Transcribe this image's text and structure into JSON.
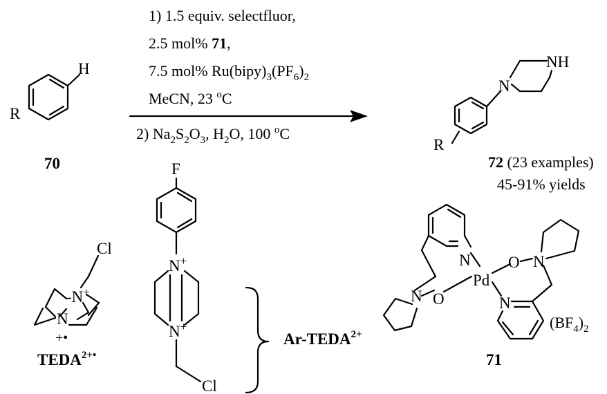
{
  "conditions": {
    "line1": "1) 1.5 equiv. selectfluor,",
    "line2_pre": "2.5 mol% ",
    "line2_bold": "71",
    "line2_post": ",",
    "line3_pre": "7.5 mol% Ru(bipy)",
    "line3_sub1": "3",
    "line3_mid": "(PF",
    "line3_sub2": "6",
    "line3_post": ")",
    "line3_sub3": "2",
    "line4_pre": "MeCN, 23 ",
    "line4_sup": "o",
    "line4_post": "C",
    "line5_pre": "2) Na",
    "line5_sub1": "2",
    "line5_mid1": "S",
    "line5_sub2": "2",
    "line5_mid2": "O",
    "line5_sub3": "3",
    "line5_mid3": ", H",
    "line5_sub4": "2",
    "line5_mid4": "O, 100 ",
    "line5_sup": "o",
    "line5_post": "C"
  },
  "atoms": {
    "H": "H",
    "R": "R",
    "NH": "NH",
    "N": "N",
    "F": "F",
    "Cl": "Cl",
    "N_plus": "N",
    "plus": "+",
    "minus_N": "-N",
    "radical_plus": "+",
    "dot": "•",
    "O": "O",
    "Pd": "Pd"
  },
  "labels": {
    "compound70": "70",
    "compound72": "72",
    "compound72_note": " (23 examples)",
    "yields": "45-91% yields",
    "teda": "TEDA",
    "teda_sup": "2+•",
    "arteda": "Ar-TEDA",
    "arteda_sup": "2+",
    "compound71": "71",
    "bf4_pre": "(BF",
    "bf4_sub": "4",
    "bf4_post": ")",
    "bf4_sub2": "2"
  }
}
